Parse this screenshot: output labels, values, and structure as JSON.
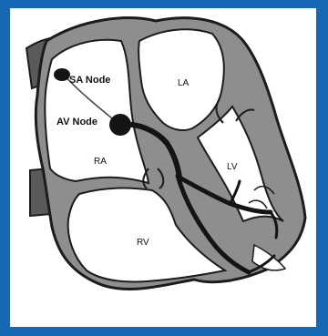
{
  "labels": {
    "sa_node": "SA Node",
    "av_node": "AV Node",
    "ra": "RA",
    "la": "LA",
    "lv": "LV",
    "rv": "RV"
  },
  "colors": {
    "frame": "#1668b4",
    "background": "#ffffff",
    "wall": "#8e8e8e",
    "outline": "#1c1c1c",
    "conduction": "#141414"
  }
}
